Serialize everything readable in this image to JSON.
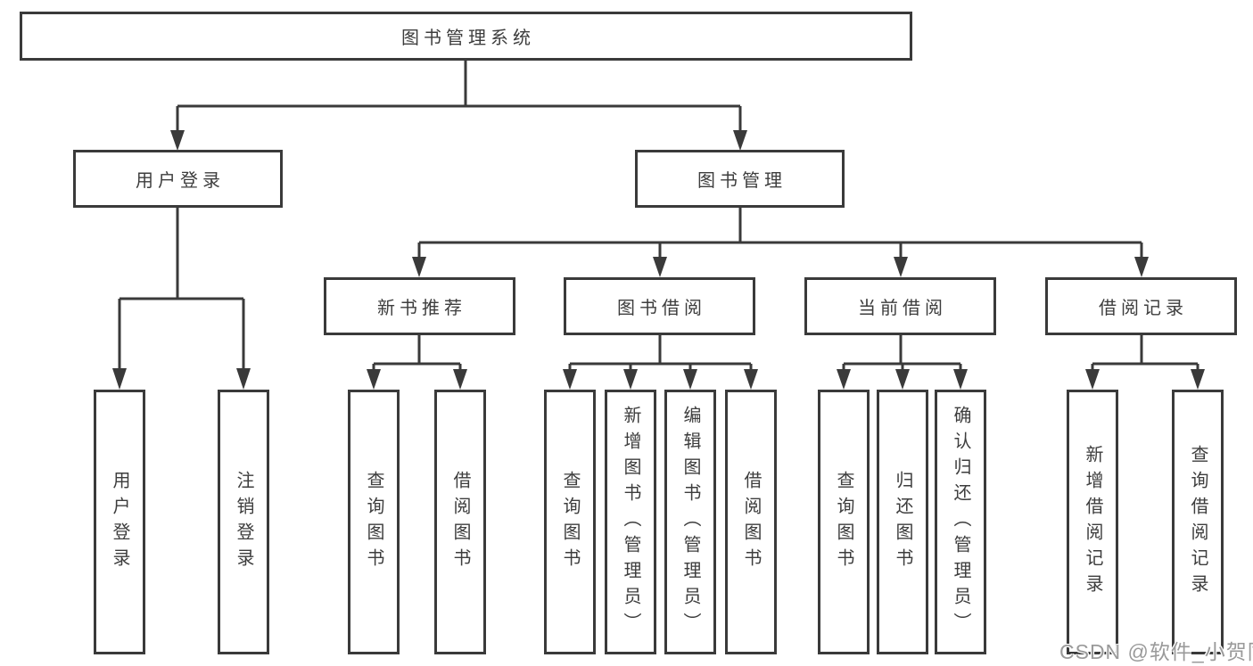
{
  "nodes": {
    "root": "图书管理系统",
    "user_login": "用户登录",
    "book_mgmt": "图书管理",
    "new_books": "新书推荐",
    "book_borrow": "图书借阅",
    "current_borrow": "当前借阅",
    "borrow_records": "借阅记录",
    "user_login_children": [
      "用户登录",
      "注销登录"
    ],
    "new_books_children": [
      "查询图书",
      "借阅图书"
    ],
    "book_borrow_children": [
      "查询图书",
      "新增图书（管理员）",
      "编辑图书（管理员）",
      "借阅图书"
    ],
    "current_borrow_children": [
      "查询图书",
      "归还图书",
      "确认归还（管理员）"
    ],
    "borrow_records_children": [
      "新增借阅记录",
      "查询借阅记录"
    ]
  },
  "watermark": "CSDN @软件_小贺同学",
  "colors": {
    "border": "#3a3a3a",
    "line": "#3a3a3a",
    "text": "#3d3d3d",
    "background": "#ffffff",
    "watermark": "#9a9a9a"
  }
}
